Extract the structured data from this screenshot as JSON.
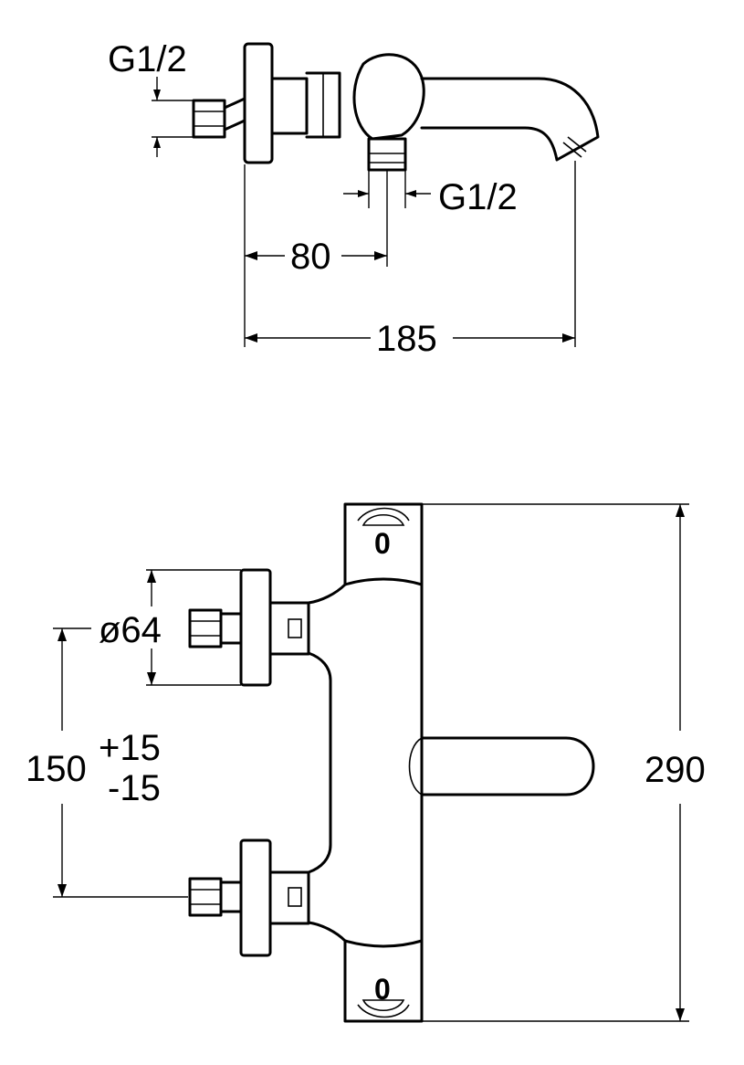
{
  "side_view": {
    "inlet_thread": "G1/2",
    "outlet_thread": "G1/2",
    "dim_wall_to_outlet": "80",
    "dim_wall_to_spout": "185"
  },
  "front_view": {
    "knob_top_mark": "0",
    "knob_bottom_mark": "0",
    "flange_diameter": "ø64",
    "inlet_spacing": "150",
    "tolerance_plus": "+15",
    "tolerance_minus": "-15",
    "total_height": "290"
  }
}
